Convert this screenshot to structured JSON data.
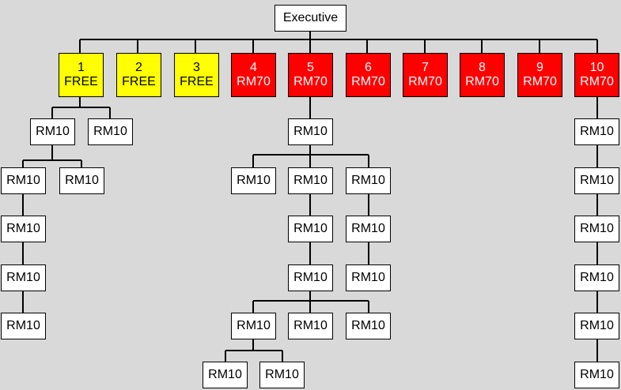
{
  "colors": {
    "background": "#d9d9d9",
    "free": "#ffff00",
    "paid": "#ff0000",
    "default": "#ffffff",
    "paid_text": "#ffffff"
  },
  "nodes": {
    "executive": {
      "label": "Executive"
    },
    "p1": {
      "num": "1",
      "label": "FREE"
    },
    "p2": {
      "num": "2",
      "label": "FREE"
    },
    "p3": {
      "num": "3",
      "label": "FREE"
    },
    "p4": {
      "num": "4",
      "label": "RM70"
    },
    "p5": {
      "num": "5",
      "label": "RM70"
    },
    "p6": {
      "num": "6",
      "label": "RM70"
    },
    "p7": {
      "num": "7",
      "label": "RM70"
    },
    "p8": {
      "num": "8",
      "label": "RM70"
    },
    "p9": {
      "num": "9",
      "label": "RM70"
    },
    "p10": {
      "num": "10",
      "label": "RM70"
    },
    "a1": {
      "label": "RM10"
    },
    "a2": {
      "label": "RM10"
    },
    "a3": {
      "label": "RM10"
    },
    "a4": {
      "label": "RM10"
    },
    "a5": {
      "label": "RM10"
    },
    "a6": {
      "label": "RM10"
    },
    "a7": {
      "label": "RM10"
    },
    "b1": {
      "label": "RM10"
    },
    "b2": {
      "label": "RM10"
    },
    "b3": {
      "label": "RM10"
    },
    "b4": {
      "label": "RM10"
    },
    "b5": {
      "label": "RM10"
    },
    "b6": {
      "label": "RM10"
    },
    "b7": {
      "label": "RM10"
    },
    "b8": {
      "label": "RM10"
    },
    "b9": {
      "label": "RM10"
    },
    "b10": {
      "label": "RM10"
    },
    "b11": {
      "label": "RM10"
    },
    "b12": {
      "label": "RM10"
    },
    "b13": {
      "label": "RM10"
    },
    "c1": {
      "label": "RM10"
    },
    "c2": {
      "label": "RM10"
    },
    "c3": {
      "label": "RM10"
    },
    "c4": {
      "label": "RM10"
    },
    "c5": {
      "label": "RM10"
    },
    "c6": {
      "label": "RM10"
    }
  }
}
